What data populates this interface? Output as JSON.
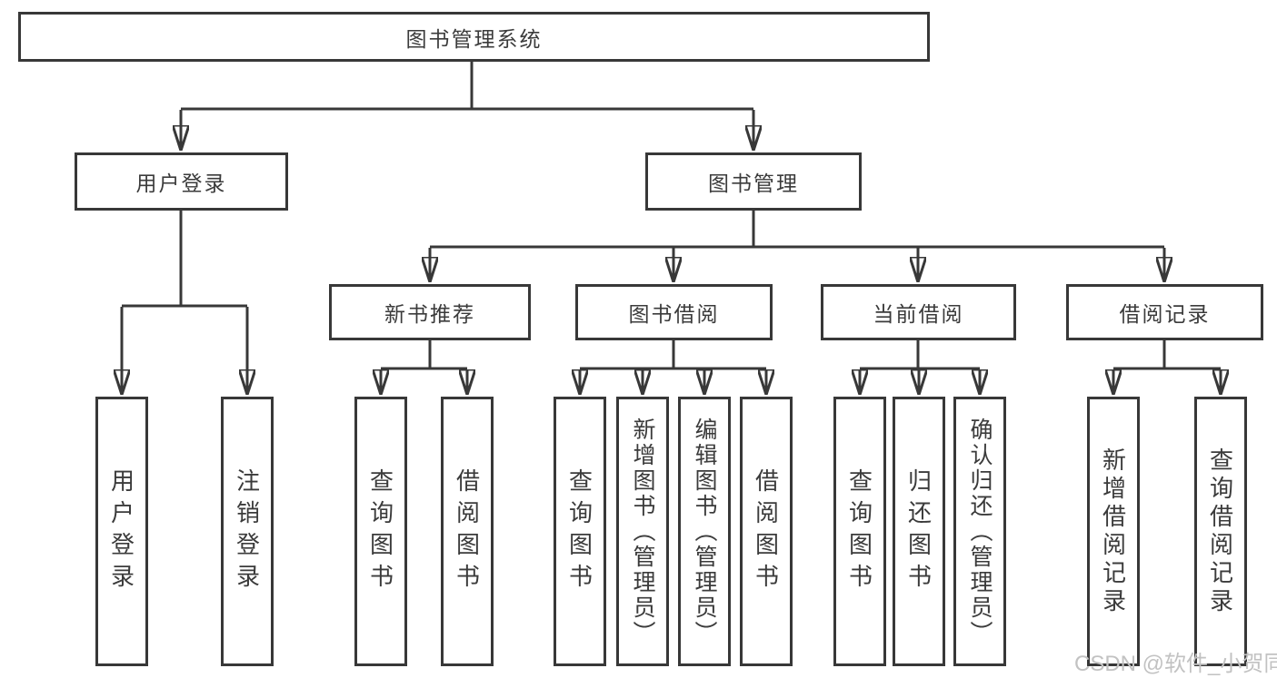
{
  "colors": {
    "line": "#383838",
    "text": "#3b3b3b",
    "watermark": "#c2c2c2",
    "background": "#ffffff"
  },
  "watermark": {
    "text": "CSDN @软件_小贺同学"
  },
  "tree": {
    "root": {
      "label": "图书管理系统"
    },
    "branches": [
      {
        "label": "用户登录",
        "leaves": [
          {
            "label": "用户登录"
          },
          {
            "label": "注销登录"
          }
        ]
      },
      {
        "label": "图书管理",
        "groups": [
          {
            "label": "新书推荐",
            "leaves": [
              {
                "label": "查询图书"
              },
              {
                "label": "借阅图书"
              }
            ]
          },
          {
            "label": "图书借阅",
            "leaves": [
              {
                "label": "查询图书"
              },
              {
                "label": "新增图书（管理员）"
              },
              {
                "label": "编辑图书（管理员）"
              },
              {
                "label": "借阅图书"
              }
            ]
          },
          {
            "label": "当前借阅",
            "leaves": [
              {
                "label": "查询图书"
              },
              {
                "label": "归还图书"
              },
              {
                "label": "确认归还（管理员）"
              }
            ]
          },
          {
            "label": "借阅记录",
            "leaves": [
              {
                "label": "新增借阅记录"
              },
              {
                "label": "查询借阅记录"
              }
            ]
          }
        ]
      }
    ]
  }
}
